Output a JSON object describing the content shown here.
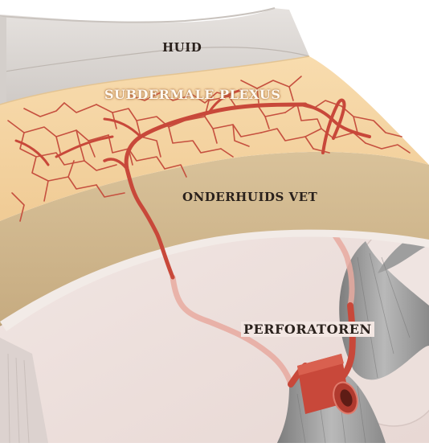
{
  "labels": {
    "skin": "HUID",
    "plexus": "SUBDERMALE PLEXUS",
    "fat": "ONDERHUIDS VET",
    "perforators": "PERFORATOREN"
  },
  "colors": {
    "skin": "#dedbd8",
    "fat_top": "#f6d7a6",
    "fat_side": "#cdb38b",
    "muscle": "#efe2df",
    "vessel": "#c8483a",
    "vessel_faded": "#e8a89e",
    "cavity": "#8f8f8f"
  }
}
